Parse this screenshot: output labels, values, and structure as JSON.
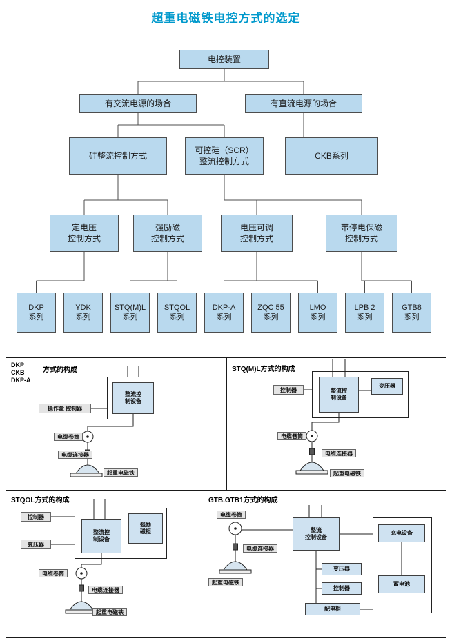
{
  "title": "超重电磁铁电控方式的选定",
  "colors": {
    "accent": "#0099cc",
    "node_fill": "#b9d9ee",
    "node_border": "#4d4d4d"
  },
  "flowchart": {
    "root": "电控装置",
    "ac": "有交流电源的场合",
    "dc": "有直流电源的场合",
    "silicon": "硅整流控制方式",
    "scr": "可控硅（SCR）\n整流控制方式",
    "ckb": "CKB系列",
    "const_voltage": "定电压\n控制方式",
    "strong_excitation": "强励磁\n控制方式",
    "adjustable_voltage": "电压可调\n控制方式",
    "power_off_hold": "带停电保磁\n控制方式",
    "series": [
      "DKP\n系列",
      "YDK\n系列",
      "STQ(M)L\n系列",
      "STQOL\n系列",
      "DKP-A\n系列",
      "ZQC 55\n系列",
      "LMO\n系列",
      "LPB 2\n系列",
      "GTB8\n系列"
    ]
  },
  "panels": {
    "p1": {
      "title_lines": "DKP\nCKB\nDKP-A",
      "title_suffix": "方式的构成",
      "operator_box": "操作盒 控制器",
      "rectifier": "整流控\n制设备",
      "cable_drum": "电缆卷筒",
      "cable_connector": "电缆连接器",
      "magnet": "起重电磁铁"
    },
    "p2": {
      "title": "STQ(M)L方式的构成",
      "controller": "控制器",
      "rectifier": "整流控\n制设备",
      "transformer": "变压器",
      "cable_drum": "电缆卷筒",
      "cable_connector": "电缆连接器",
      "magnet": "起重电磁铁"
    },
    "p3": {
      "title": "STQOL方式的构成",
      "controller": "控制器",
      "rectifier": "整流控\n制设备",
      "excitation_cabinet": "强励\n磁柜",
      "transformer": "变压器",
      "cable_drum": "电缆卷筒",
      "cable_connector": "电缆连接器",
      "magnet": "起重电磁铁"
    },
    "p4": {
      "title": "GTB.GTB1方式的构成",
      "cable_drum": "电缆卷筒",
      "rectifier": "整流\n控制设备",
      "cable_connector": "电缆连接器",
      "magnet": "起重电磁铁",
      "charger": "充电设备",
      "transformer": "变压器",
      "controller": "控制器",
      "battery": "蓄电池",
      "distribution_cabinet": "配电柜"
    }
  }
}
